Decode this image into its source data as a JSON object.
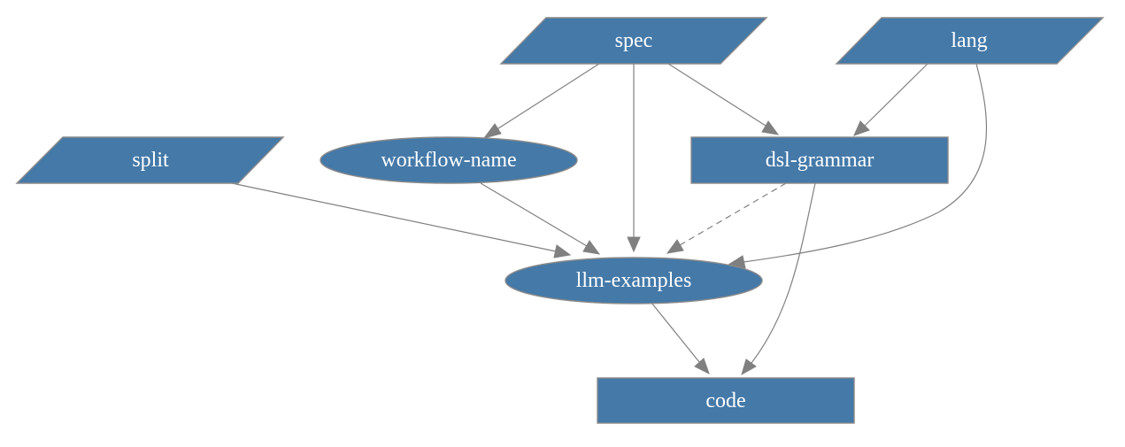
{
  "diagram": {
    "nodes": {
      "spec": {
        "label": "spec",
        "shape": "parallelogram"
      },
      "lang": {
        "label": "lang",
        "shape": "parallelogram"
      },
      "split": {
        "label": "split",
        "shape": "parallelogram"
      },
      "workflow_name": {
        "label": "workflow-name",
        "shape": "ellipse"
      },
      "dsl_grammar": {
        "label": "dsl-grammar",
        "shape": "box"
      },
      "llm_examples": {
        "label": "llm-examples",
        "shape": "ellipse"
      },
      "code": {
        "label": "code",
        "shape": "box"
      }
    },
    "edges": [
      {
        "from": "spec",
        "to": "workflow_name",
        "style": "solid"
      },
      {
        "from": "spec",
        "to": "llm_examples",
        "style": "solid"
      },
      {
        "from": "spec",
        "to": "dsl_grammar",
        "style": "solid"
      },
      {
        "from": "lang",
        "to": "dsl_grammar",
        "style": "solid"
      },
      {
        "from": "lang",
        "to": "llm_examples",
        "style": "solid"
      },
      {
        "from": "split",
        "to": "llm_examples",
        "style": "solid"
      },
      {
        "from": "workflow_name",
        "to": "llm_examples",
        "style": "solid"
      },
      {
        "from": "dsl_grammar",
        "to": "llm_examples",
        "style": "dashed"
      },
      {
        "from": "dsl_grammar",
        "to": "code",
        "style": "solid"
      },
      {
        "from": "llm_examples",
        "to": "code",
        "style": "solid"
      }
    ],
    "colors": {
      "node_fill": "#4479A8",
      "node_border": "#8a8a8a",
      "edge": "#808080",
      "label": "#ffffff",
      "background": "#ffffff"
    }
  }
}
